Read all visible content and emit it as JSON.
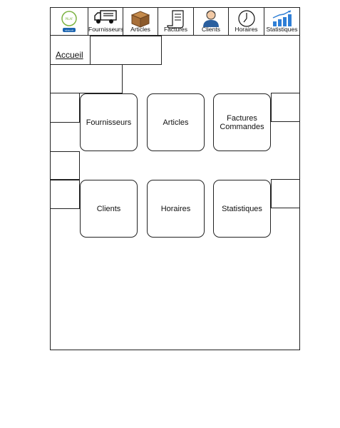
{
  "toolbar": {
    "logo_badge": "PILAF",
    "logo_caption": "ebiscuit",
    "items": [
      {
        "label": "Fournisseurs",
        "icon": "truck-icon"
      },
      {
        "label": "Articles",
        "icon": "box-icon"
      },
      {
        "label": "Factures",
        "icon": "receipt-icon"
      },
      {
        "label": "Clients",
        "icon": "person-icon"
      },
      {
        "label": "Horaires",
        "icon": "clock-icon"
      },
      {
        "label": "Statistiques",
        "icon": "bar-chart-icon"
      }
    ]
  },
  "breadcrumb": {
    "home": "Accueil"
  },
  "tiles": [
    {
      "label": "Fournisseurs"
    },
    {
      "label": "Articles"
    },
    {
      "label": "Factures\nCommandes"
    },
    {
      "label": "Clients"
    },
    {
      "label": "Horaires"
    },
    {
      "label": "Statistiques"
    }
  ],
  "colors": {
    "border": "#222222",
    "chart_accent": "#2f7fd6",
    "logo_green": "#7cb342"
  }
}
